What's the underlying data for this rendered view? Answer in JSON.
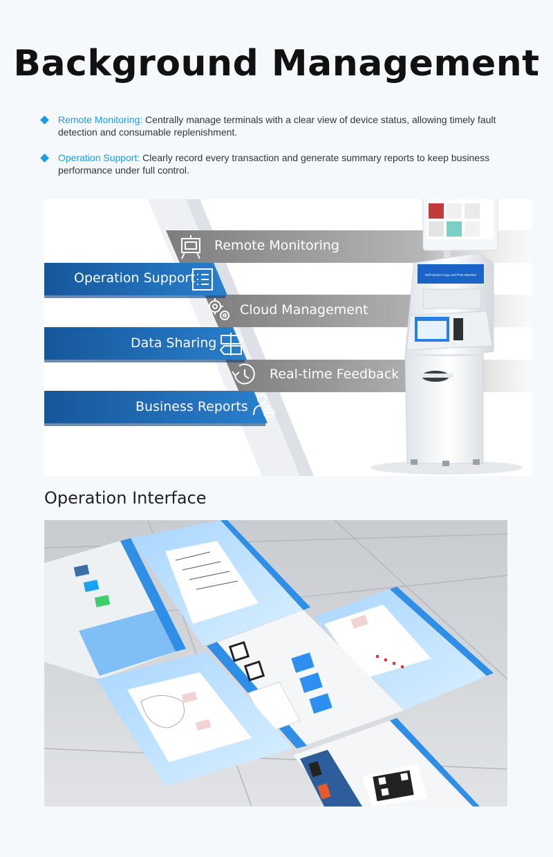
{
  "page": {
    "title": "Background Management"
  },
  "bullets": [
    {
      "lead": "Remote Monitoring:",
      "text": " Centrally manage terminals with a clear view of device status, allowing timely fault detection and consumable replenishment."
    },
    {
      "lead": "Operation Support:",
      "text": " Clearly record every transaction and generate summary reports to keep business performance under full control."
    }
  ],
  "features": [
    {
      "label": "Remote Monitoring",
      "icon": "easel-icon"
    },
    {
      "label": "Operation Support",
      "icon": "list-icon"
    },
    {
      "label": "Cloud Management",
      "icon": "gears-icon"
    },
    {
      "label": "Data Sharing",
      "icon": "signpost-icon"
    },
    {
      "label": "Real-time Feedback",
      "icon": "clock-icon"
    },
    {
      "label": "Business Reports",
      "icon": "user-chat-icon"
    }
  ],
  "kiosk": {
    "header_text": "Self-service Copy and Print Machine"
  },
  "section": {
    "title": "Operation Interface"
  },
  "colors": {
    "accent": "#1a9be4",
    "banner_blue": "#1f6db4",
    "banner_gray": "#8b8b8b"
  }
}
